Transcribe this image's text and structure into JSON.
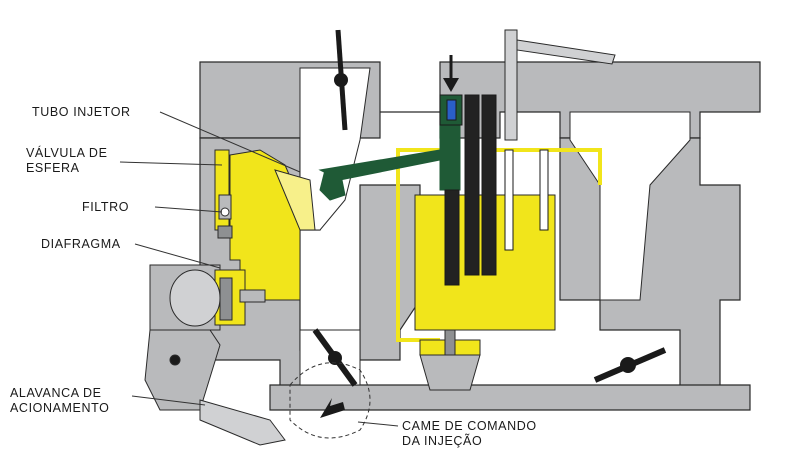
{
  "labels": {
    "tubo_injetor": "TUBO INJETOR",
    "valvula_line1": "VÁLVULA DE",
    "valvula_line2": "ESFERA",
    "filtro": "FILTRO",
    "diafragma": "DIAFRAGMA",
    "alavanca_line1": "ALAVANCA DE",
    "alavanca_line2": "ACIONAMENTO",
    "came_line1": "CAME DE COMANDO",
    "came_line2": "DA INJEÇÃO"
  },
  "colors": {
    "body": "#b9babc",
    "body_dark": "#8e9092",
    "fuel": "#f1e51b",
    "fuel_light": "#f7f08a",
    "green": "#1f5a36",
    "blue": "#2a5fc8",
    "outline": "#2a2a2a",
    "lines": "#333333"
  }
}
